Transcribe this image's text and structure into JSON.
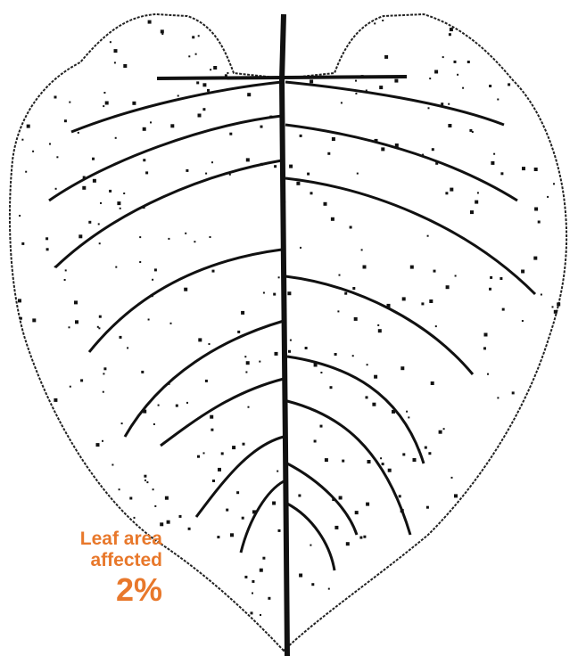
{
  "caption": {
    "line1": "Leaf area",
    "line2": "affected",
    "value": "2%"
  },
  "colors": {
    "accent": "#e8782b",
    "ink": "#111111",
    "background": "#ffffff"
  },
  "severity": {
    "leaf_area_affected_percent": 2
  }
}
